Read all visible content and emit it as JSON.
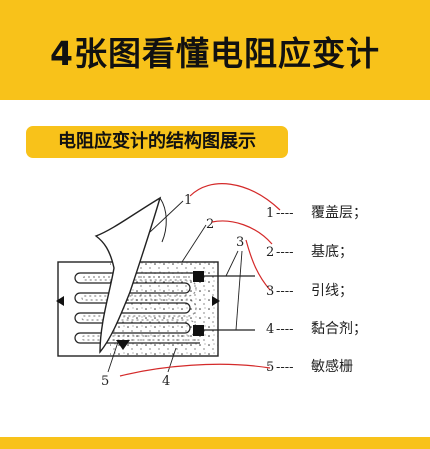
{
  "header": {
    "title": "4张图看懂电阻应变计",
    "background_color": "#f8c21a"
  },
  "section": {
    "label": "电阻应变计的结构图展示"
  },
  "diagram": {
    "legend": [
      {
        "number": "1",
        "dashes": "----",
        "label": "覆盖层；"
      },
      {
        "number": "2",
        "dashes": "----",
        "label": "基底；"
      },
      {
        "number": "3",
        "dashes": "----",
        "label": "引线；"
      },
      {
        "number": "4",
        "dashes": "----",
        "label": "黏合剂；"
      },
      {
        "number": "5",
        "dashes": "----",
        "label": "敏感栅"
      }
    ],
    "callouts": [
      "1",
      "2",
      "3",
      "4",
      "5"
    ],
    "annotation_color": "#d42a2a"
  }
}
